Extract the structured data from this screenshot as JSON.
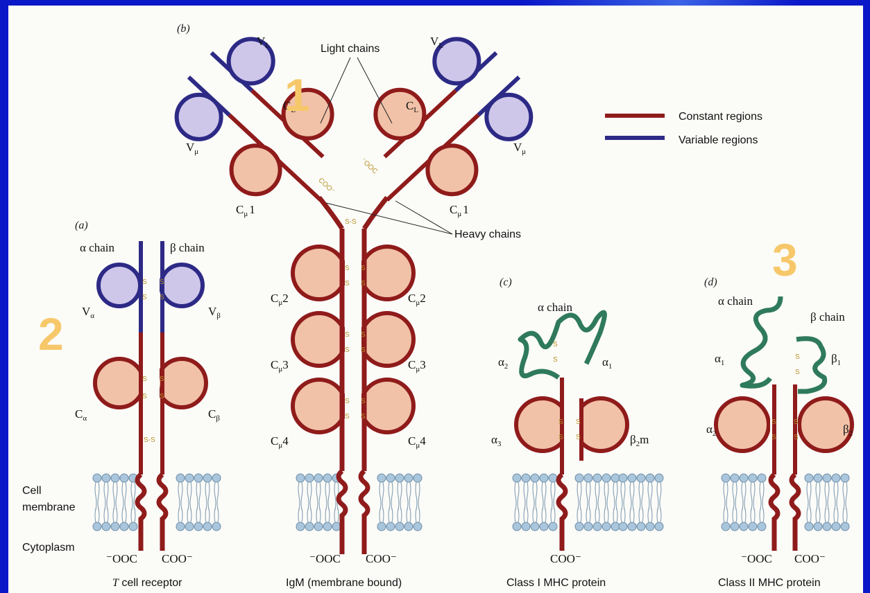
{
  "panels": {
    "a": "(a)",
    "b": "(b)",
    "c": "(c)",
    "d": "(d)"
  },
  "legend": {
    "constant": "Constant regions",
    "variable": "Variable regions",
    "constant_color": "#8f1b1b",
    "variable_color": "#2d2a86"
  },
  "igm": {
    "light_chains": "Light chains",
    "heavy_chains": "Heavy chains",
    "vl": "V",
    "vl_sub": "L",
    "vmu": "V",
    "vmu_sub": "μ",
    "cl": "C",
    "cl_sub": "L",
    "cmu1": "C",
    "cmu1_sub": "μ",
    "cmu1_num": "1",
    "cmu2_num": "2",
    "cmu3_num": "3",
    "cmu4_num": "4",
    "ooc_left": "⁻OOC",
    "coo_right": "COO⁻",
    "coo_upper_left": "COO⁻",
    "ooc_upper_right": "⁻OOC",
    "caption": "IgM (membrane bound)",
    "ss": "S-S"
  },
  "tcr": {
    "alpha_chain": "α chain",
    "beta_chain": "β chain",
    "v_alpha": "V",
    "v_alpha_sub": "α",
    "v_beta": "V",
    "v_beta_sub": "β",
    "c_alpha": "C",
    "c_alpha_sub": "α",
    "c_beta": "C",
    "c_beta_sub": "β",
    "cell_membrane": "Cell",
    "cell_membrane2": "membrane",
    "cytoplasm": "Cytoplasm",
    "ooc": "⁻OOC",
    "coo": "COO⁻",
    "caption_italic": "T",
    "caption_rest": " cell receptor",
    "ss": "S-S"
  },
  "mhc1": {
    "alpha_chain": "α chain",
    "a2": "α",
    "a2_sub": "2",
    "a1": "α",
    "a1_sub": "1",
    "a3": "α",
    "a3_sub": "3",
    "b2m": "β",
    "b2m_sub": "2",
    "b2m_suffix": "m",
    "coo": "COO⁻",
    "caption": "Class I MHC protein"
  },
  "mhc2": {
    "alpha_chain": "α chain",
    "beta_chain": "β chain",
    "a1": "α",
    "a1_sub": "1",
    "b1": "β",
    "b1_sub": "1",
    "a2": "α",
    "a2_sub": "2",
    "b2": "β",
    "b2_sub": "2",
    "ooc": "⁻OOC",
    "coo": "COO⁻",
    "caption": "Class II MHC protein"
  },
  "markers": {
    "one": "1",
    "two": "2",
    "three": "3"
  },
  "colors": {
    "background_blue": "#0a18c8",
    "domain_fill": "#f1c2a8",
    "variable_fill": "#cfc7ea",
    "green_chain": "#2f7a5c",
    "lipid_head": "#a9c6dc",
    "number_color": "#f7c86a"
  }
}
